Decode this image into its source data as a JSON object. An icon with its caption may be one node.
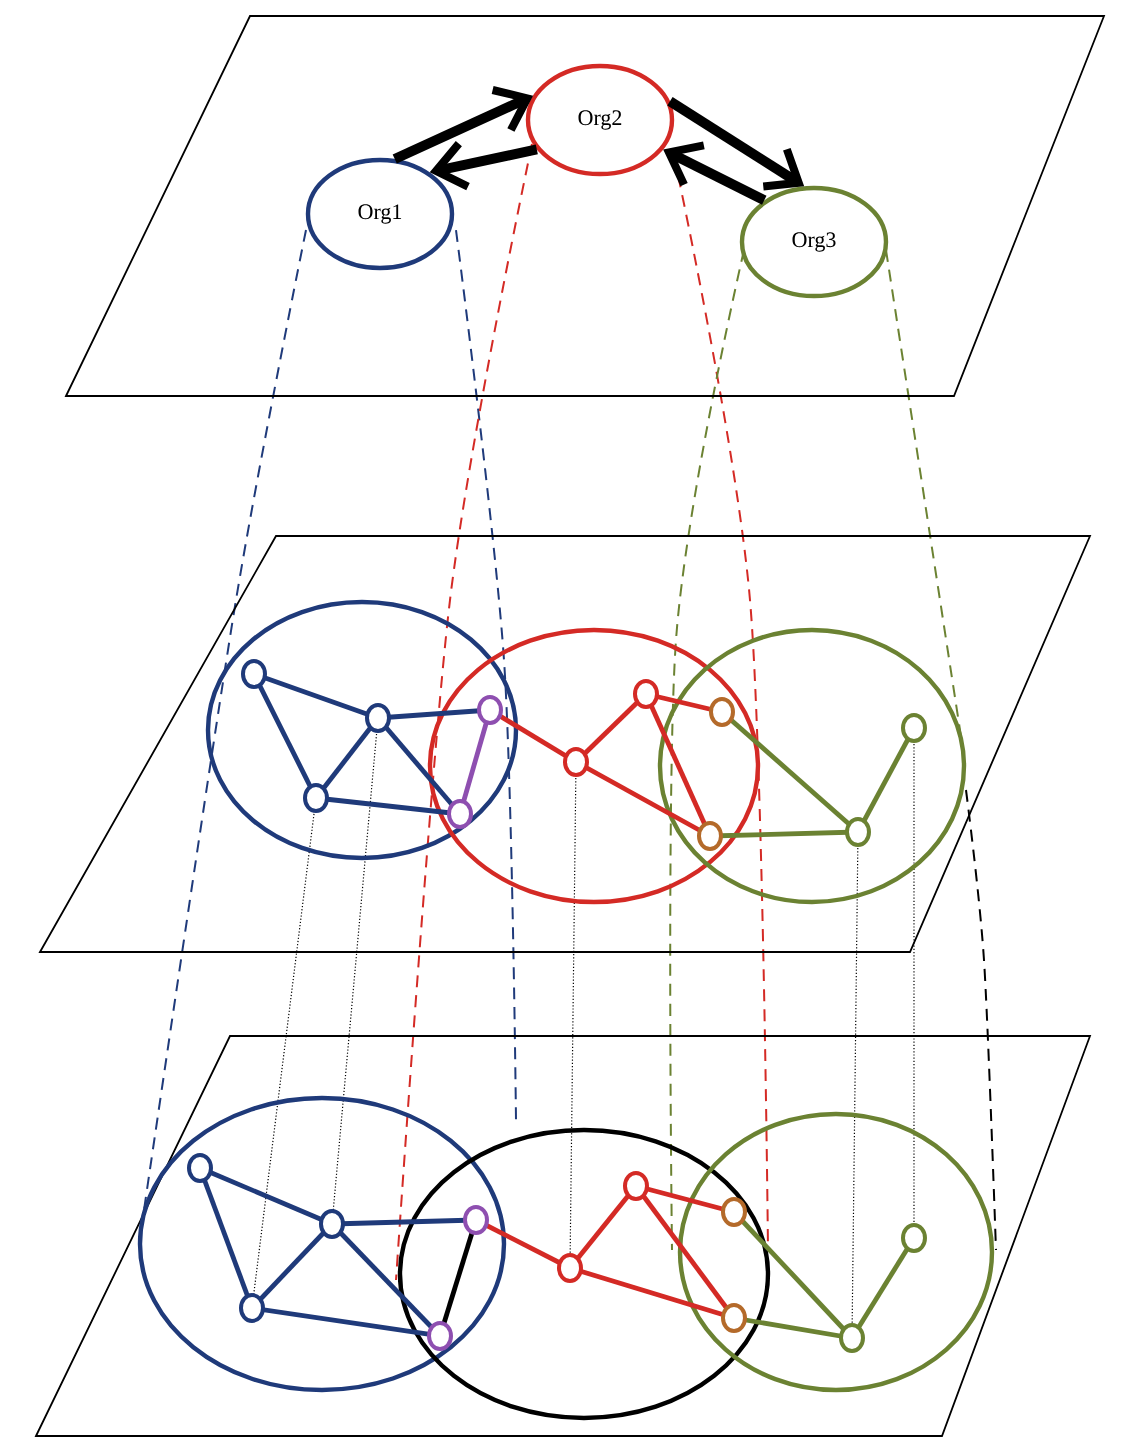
{
  "diagram": {
    "nodes": [
      {
        "text": [
          "Org1"
        ]
      },
      {
        "text": [
          "Org2"
        ]
      },
      {
        "text": [
          "Org3"
        ]
      }
    ],
    "edges": [
      {
        "from": 0,
        "to": 1,
        "arrow": "to"
      },
      {
        "from": 1,
        "to": 0,
        "arrow": "to"
      },
      {
        "from": 1,
        "to": 2,
        "arrow": "to"
      },
      {
        "from": 2,
        "to": 1,
        "arrow": "to"
      }
    ]
  }
}
